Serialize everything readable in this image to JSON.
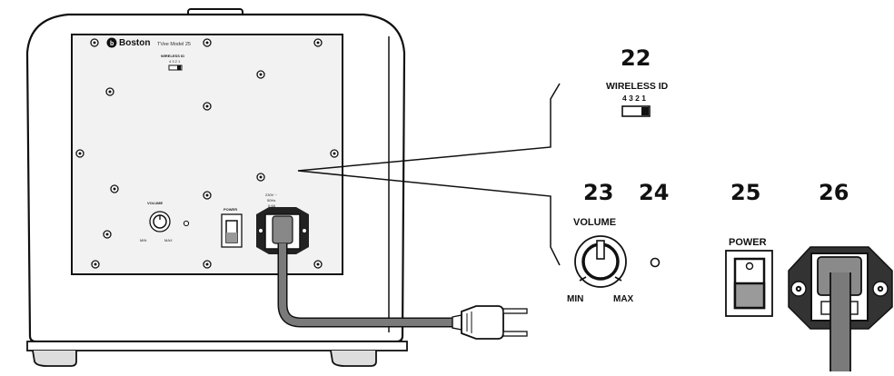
{
  "panel": {
    "brand": "Boston",
    "model": "TVee Model 25",
    "wireless_id_small": "WIRELESS ID",
    "wireless_digits_small": "4 3 2 1",
    "volume_small": "VOLUME",
    "min_small": "MIN",
    "max_small": "MAX",
    "power_small": "POWER",
    "ac_rating": [
      "230V ~",
      "50Hz",
      "0.6A"
    ]
  },
  "callouts": {
    "wireless": {
      "number": "22",
      "label": "WIRELESS ID",
      "digits": "4 3 2 1"
    },
    "volume": {
      "number": "23",
      "label": "VOLUME",
      "min": "MIN",
      "max": "MAX"
    },
    "led": {
      "number": "24"
    },
    "power": {
      "number": "25",
      "label": "POWER"
    },
    "ac_inlet": {
      "number": "26"
    }
  },
  "colors": {
    "line": "#111111",
    "cabinet_fill": "#ffffff",
    "panel_fill": "#f2f2f2",
    "cord": "#6e6e6e"
  }
}
